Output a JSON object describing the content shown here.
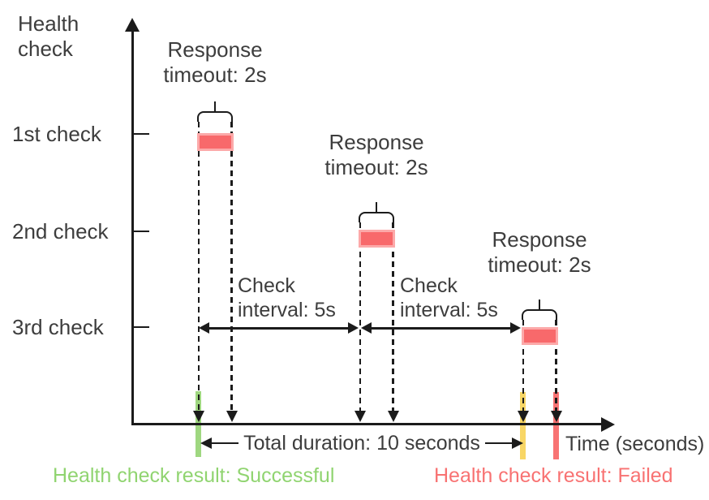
{
  "title": "Health check",
  "x_axis_label": "Time (seconds)",
  "y_rows": [
    {
      "label": "1st check"
    },
    {
      "label": "2nd check"
    },
    {
      "label": "3rd check"
    }
  ],
  "checks": [
    {
      "name": "1st check",
      "timeout_label_line1": "Response",
      "timeout_label_line2": "timeout: 2s",
      "timeout_seconds": 2
    },
    {
      "name": "2nd check",
      "timeout_label_line1": "Response",
      "timeout_label_line2": "timeout: 2s",
      "timeout_seconds": 2
    },
    {
      "name": "3rd check",
      "timeout_label_line1": "Response",
      "timeout_label_line2": "timeout: 2s",
      "timeout_seconds": 2
    }
  ],
  "intervals": [
    {
      "label_line1": "Check",
      "label_line2": "interval: 5s",
      "seconds": 5
    },
    {
      "label_line1": "Check",
      "label_line2": "interval: 5s",
      "seconds": 5
    }
  ],
  "total_duration_label": "Total duration: 10 seconds",
  "total_duration_seconds": 10,
  "results": {
    "successful": "Health check result: Successful",
    "failed": "Health check result: Failed"
  },
  "colors": {
    "timeout_bar": "#f8696b",
    "timeout_bar_border": "#fca9a9",
    "success_bar": "#9fd780",
    "success_text": "#90d470",
    "warning_bar": "#f8d666",
    "failed_bar": "#f87373",
    "failed_text": "#f87272",
    "line": "#1b1b1b",
    "text": "#3d3d3d"
  }
}
